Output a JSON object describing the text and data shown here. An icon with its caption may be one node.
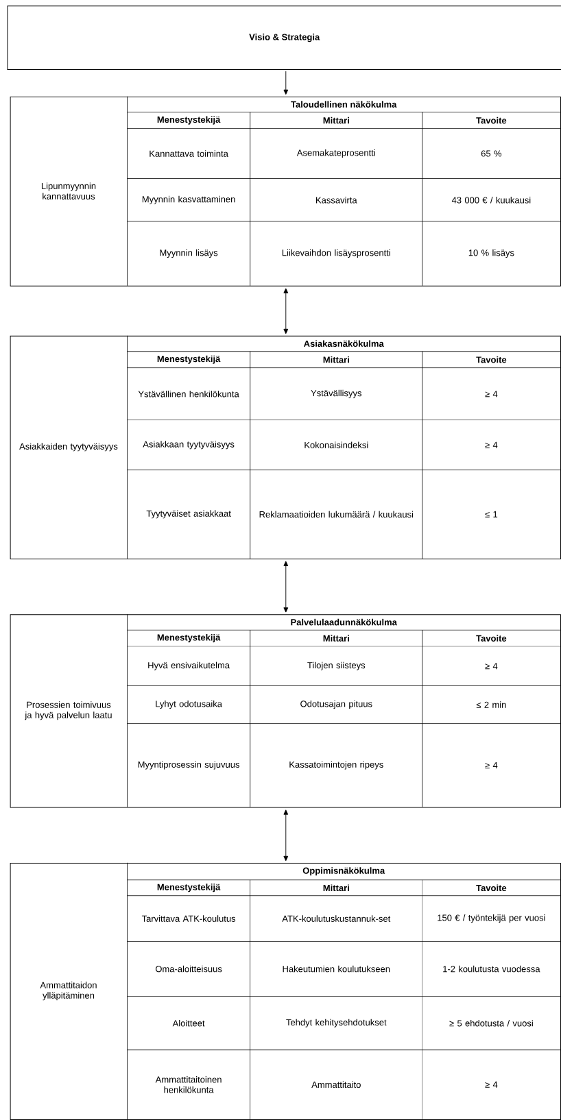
{
  "diagram": {
    "nodes": [
      {
        "text": [
          "Visio & Strategia"
        ]
      },
      {
        "text": [
          "Lipunmyynnin kannattavuus",
          "Taloudellinen näkökulma"
        ]
      },
      {
        "text": [
          "Asiakkaiden tyytyväisyys",
          "Asiakasnäkökulma"
        ]
      },
      {
        "text": [
          "Prosessien toimivuus ja hyvä palvelun laatu",
          "Palvelulaadunnäkökulma"
        ]
      },
      {
        "text": [
          "Ammattitaidon ylläpitäminen",
          "Oppimisnäkökulma"
        ]
      }
    ],
    "edges": [
      {
        "from": 0,
        "to": 1,
        "arrow": "to"
      },
      {
        "from": 1,
        "to": 2,
        "arrow": "both"
      },
      {
        "from": 2,
        "to": 3,
        "arrow": "both"
      },
      {
        "from": 3,
        "to": 4,
        "arrow": "both"
      }
    ],
    "labels": [
      "Menestystekijä",
      "Mittari",
      "Tavoite",
      "Kannattava toiminta",
      "Asemakateprosentti",
      "65 %",
      "Myynnin kasvattaminen",
      "Kassavirta",
      "43 000 € / kuukausi",
      "Myynnin lisäys",
      "Liikevaihdon lisäysprosentti",
      "10 % lisäys",
      "Menestystekijä",
      "Mittari",
      "Tavoite",
      "Ystävällinen henkilökunta",
      "Ystävällisyys",
      "≥ 4",
      "Asiakkaan tyytyväisyys",
      "Kokonaisindeksi",
      "≥ 4",
      "Tyytyväiset asiakkaat",
      "Reklamaatioiden lukumäärä / kuukausi",
      "≤ 1",
      "Menestystekijä",
      "Mittari",
      "Tavoite",
      "Hyvä ensivaikutelma",
      "Tilojen siisteys",
      "≥ 4",
      "Lyhyt odotusaika",
      "Odotusajan pituus",
      "≤ 2 min",
      "Myyntiprosessin sujuvuus",
      "Kassatoimintojen ripeys",
      "≥ 4",
      "Menestystekijä",
      "Mittari",
      "Tavoite",
      "Tarvittava ATK-koulutus",
      "ATK-koulutuskustannuk-set",
      "150 € / työntekijä per vuosi",
      "Oma-aloitteisuus",
      "Hakeutumien koulutukseen",
      "1-2 koulutusta vuodessa",
      "Aloitteet",
      "Tehdyt kehitysehdotukset",
      "≥ 5 ehdotusta / vuosi",
      "Ammattitaitoinen henkilökunta",
      "Ammattitaito",
      "≥ 4"
    ]
  }
}
